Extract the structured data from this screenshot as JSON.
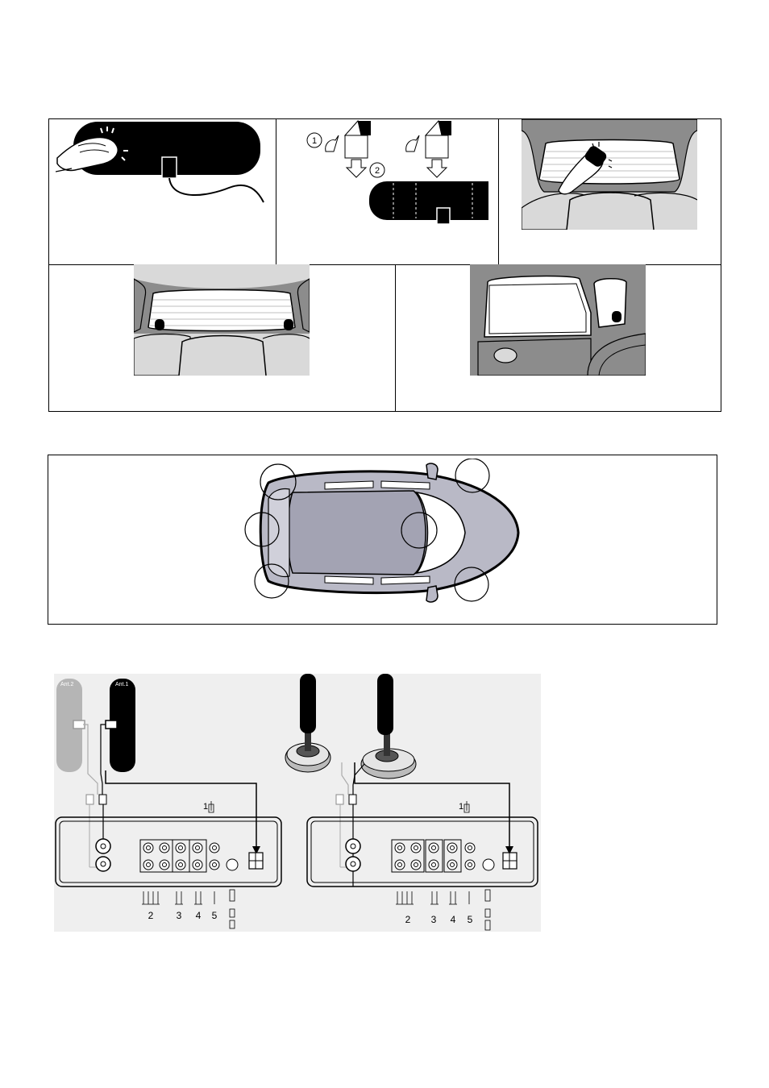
{
  "step_labels": {
    "peel": "1",
    "press": "2"
  },
  "antenna_labels": {
    "left_strip": "Ant.2",
    "right_strip": "Ant.1"
  },
  "connection_labels": {
    "left": {
      "power": "1",
      "group_a": "2",
      "group_b": "3",
      "group_c": "4",
      "group_d": "5"
    },
    "right": {
      "power": "1",
      "group_a": "2",
      "group_b": "3",
      "group_c": "4",
      "group_d": "5"
    }
  },
  "colors": {
    "line": "#000000",
    "panel_grey": "#d9d9d9",
    "mid_grey": "#8c8c8c",
    "car_body": "#b9b9c6",
    "strip_grey": "#b5b5b5"
  }
}
